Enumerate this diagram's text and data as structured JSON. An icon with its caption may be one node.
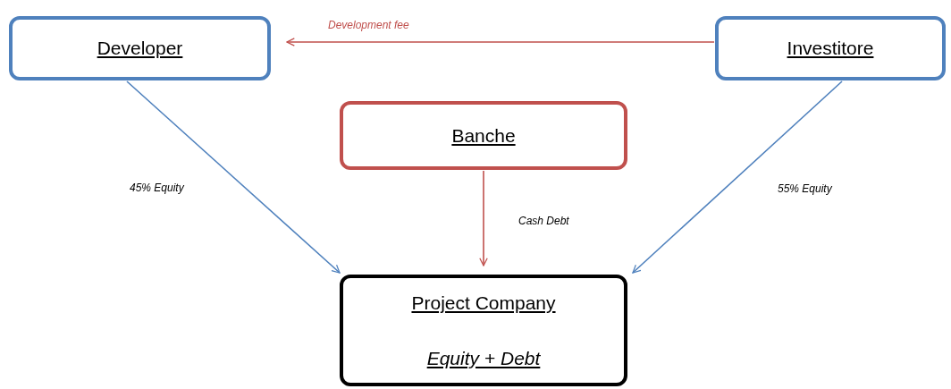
{
  "diagram": {
    "nodes": [
      {
        "text": [
          "Developer"
        ]
      },
      {
        "text": [
          "Investitore"
        ]
      },
      {
        "text": [
          "Banche"
        ]
      },
      {
        "text": [
          "Project Company",
          "Equity + Debt"
        ]
      }
    ],
    "edges": [
      {
        "from": 1,
        "to": 0,
        "arrow": "to",
        "label": "Development fee",
        "color": "#c0504d"
      },
      {
        "from": 0,
        "to": 3,
        "arrow": "to",
        "label": "45% Equity",
        "color": "#4f81bd"
      },
      {
        "from": 2,
        "to": 3,
        "arrow": "to",
        "label": "Cash Debt",
        "color": "#c0504d"
      },
      {
        "from": 1,
        "to": 3,
        "arrow": "to",
        "label": "55% Equity",
        "color": "#4f81bd"
      }
    ]
  }
}
